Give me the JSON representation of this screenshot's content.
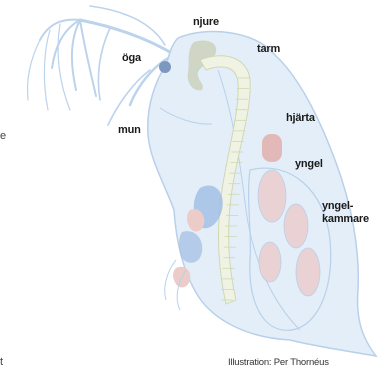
{
  "labels": {
    "eye": "öga",
    "kidney": "njure",
    "gut": "tarm",
    "mouth": "mun",
    "heart": "hjärta",
    "brood": "yngel",
    "brood_chamber": "yngel-\nkammare"
  },
  "credit": "Illustration: Per Thornéus",
  "edge_fragments": {
    "left_top": "e",
    "left_bottom": "t"
  },
  "colors": {
    "body_fill": "#e3eef9",
    "body_outline": "#b8d0ea",
    "antenna": "#bcd3ec",
    "eye": "#7d98bf",
    "kidney": "#cfd6c6",
    "gut": "#f0f3e4",
    "gut_outline": "#cfd8b0",
    "heart": "#e2b9b8",
    "brood": "#ead1d3",
    "organ_blue": "#9fbde3",
    "organ_pink": "#ecccc8"
  }
}
